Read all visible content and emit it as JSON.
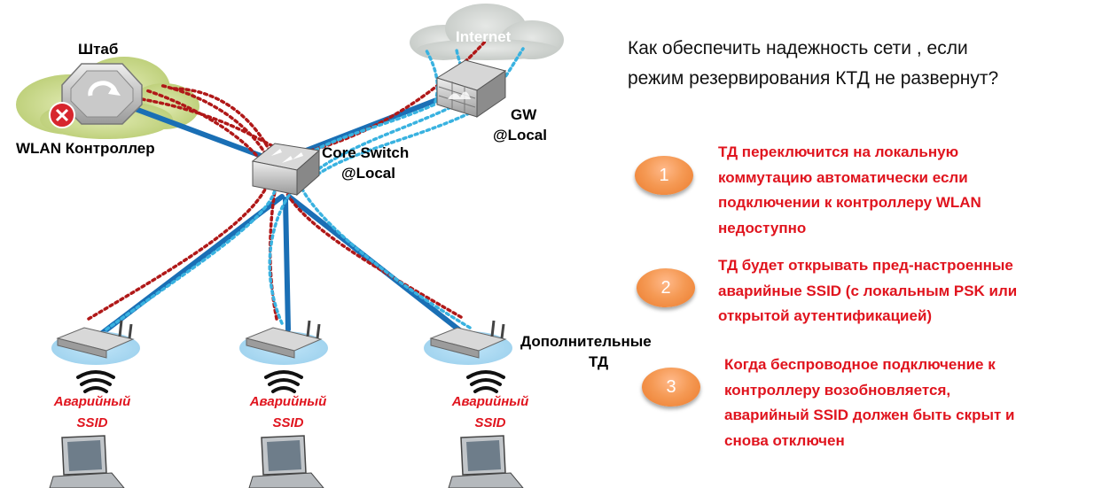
{
  "diagram": {
    "hq_label": "Штаб",
    "wlan_controller_label": "WLAN Контроллер",
    "internet_label": "Internet",
    "gw_label_line1": "GW",
    "gw_label_line2": "@Local",
    "core_switch_line1": "Core Switch",
    "core_switch_line2": "@Local",
    "extra_ap_line1": "Дополнительные",
    "extra_ap_line2": "ТД",
    "emergency_ssid_line1": "Аварийный",
    "emergency_ssid_line2": "SSID"
  },
  "question": {
    "line1": "Как обеспечить надежность сети , если",
    "line2": "режим резервирования КТД не развернут?"
  },
  "items": [
    {
      "number": "1",
      "lines": [
        "ТД переключится на локальную",
        "коммутацию автоматически если",
        "подключении к контроллеру WLAN",
        "недоступно"
      ]
    },
    {
      "number": "2",
      "lines": [
        "ТД будет открывать пред-настроенные",
        "аварийные SSID (с локальным PSK или",
        "открытой аутентификацией)"
      ]
    },
    {
      "number": "3",
      "lines": [
        "Когда беспроводное подключение к",
        "контроллеру возобновляется,",
        "аварийный SSID должен быть скрыт и",
        "снова отключен"
      ]
    }
  ],
  "colors": {
    "accent_red": "#e0141e",
    "link_blue": "#1a6fb5",
    "dotted_red": "#b01818",
    "dotted_cyan": "#39b2e0",
    "cloud_green": "#c8d88a",
    "cloud_gray": "#d5d8d6",
    "badge_orange": "#f08a3c"
  }
}
